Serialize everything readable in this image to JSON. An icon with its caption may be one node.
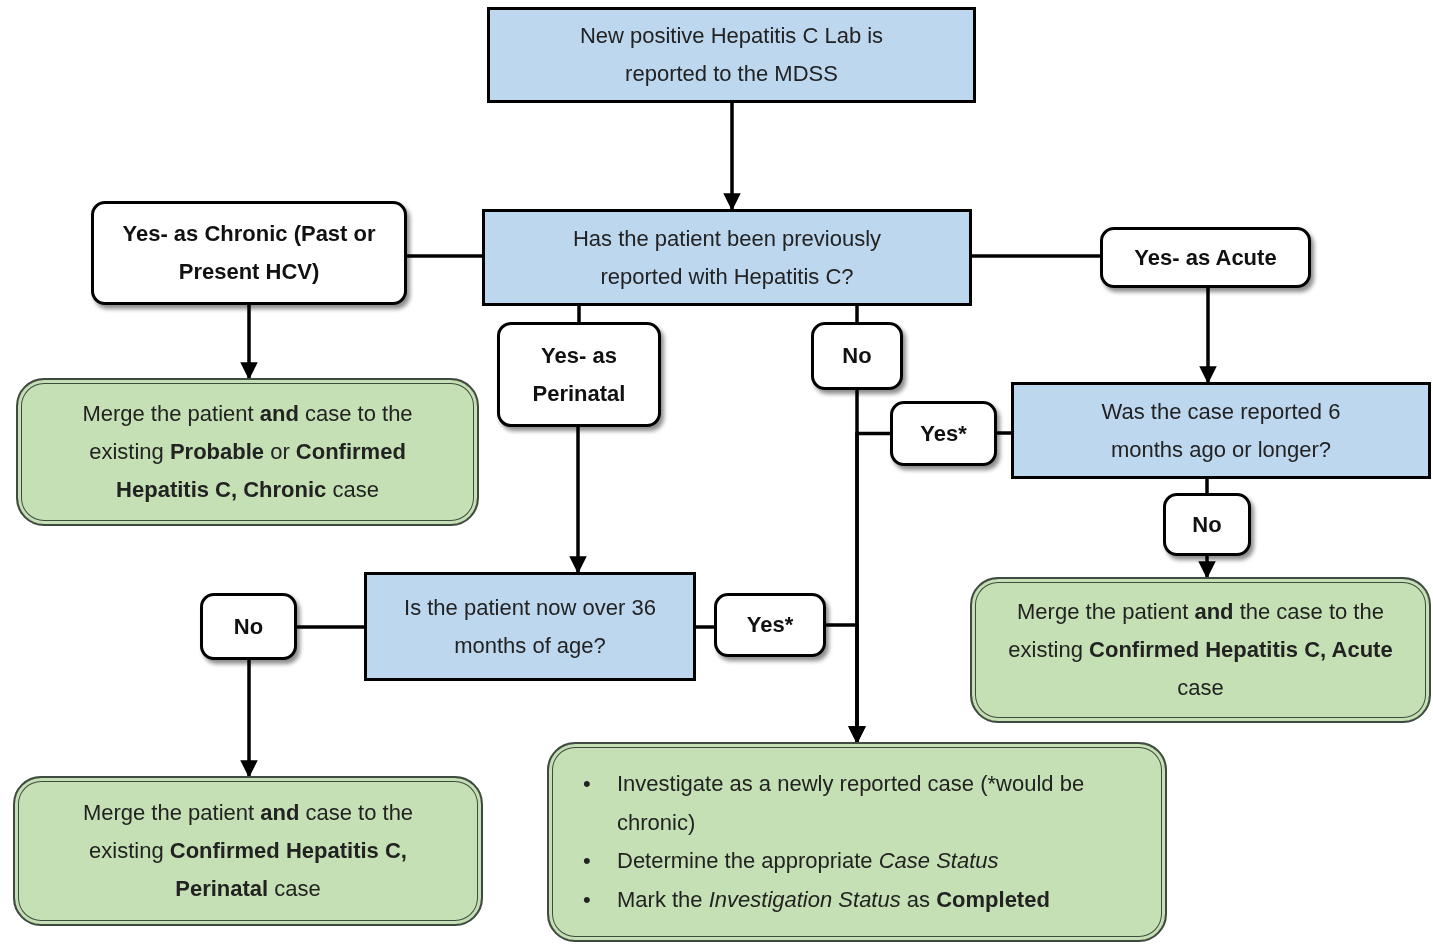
{
  "diagram": {
    "nodes": [
      {
        "text": [
          "New positive Hepatitis C Lab is reported to the MDSS"
        ]
      },
      {
        "text": [
          "Has the patient been previously reported with Hepatitis C?"
        ]
      },
      {
        "text": [
          "Yes- as Chronic (Past or Present HCV)"
        ]
      },
      {
        "text": [
          "Yes- as Acute"
        ]
      },
      {
        "text": [
          "Yes- as Perinatal"
        ]
      },
      {
        "text": [
          "No"
        ]
      },
      {
        "text": [
          "Merge the patient **and** case to the existing **Probable** or **Confirmed Hepatitis C, Chronic** case"
        ]
      },
      {
        "text": [
          "Was the case reported 6 months ago or longer?"
        ]
      },
      {
        "text": [
          "Yes*"
        ]
      },
      {
        "text": [
          "No"
        ]
      },
      {
        "text": [
          "Is the patient now over 36 months of age?"
        ]
      },
      {
        "text": [
          "No"
        ]
      },
      {
        "text": [
          "Yes*"
        ]
      },
      {
        "text": [
          "Merge the patient **and** the case to the existing **Confirmed Hepatitis C, Acute** case"
        ]
      },
      {
        "text": [
          "Merge the patient **and** case to the existing **Confirmed Hepatitis C, Perinatal** case"
        ]
      },
      {
        "text": [
          "•",
          "Investigate as a newly reported case (*would be chronic)",
          "•",
          "Determine the appropriate *Case Status*",
          "•",
          "Mark the *Investigation Status* as **Completed**"
        ]
      }
    ],
    "edges": [
      {
        "from": 0,
        "to": 1,
        "arrow": "to"
      },
      {
        "from": 1,
        "to": 2,
        "arrow": "none"
      },
      {
        "from": 1,
        "to": 3,
        "arrow": "none"
      },
      {
        "from": 1,
        "to": 4,
        "arrow": "none"
      },
      {
        "from": 1,
        "to": 5,
        "arrow": "none"
      },
      {
        "from": 2,
        "to": 6,
        "arrow": "to"
      },
      {
        "from": 3,
        "to": 7,
        "arrow": "to"
      },
      {
        "from": 4,
        "to": 10,
        "arrow": "to"
      },
      {
        "from": 5,
        "to": 15,
        "arrow": "to"
      },
      {
        "from": 7,
        "to": 8,
        "arrow": "none"
      },
      {
        "from": 8,
        "to": 15,
        "arrow": "to"
      },
      {
        "from": 7,
        "to": 9,
        "arrow": "none"
      },
      {
        "from": 9,
        "to": 13,
        "arrow": "to"
      },
      {
        "from": 10,
        "to": 11,
        "arrow": "none"
      },
      {
        "from": 11,
        "to": 14,
        "arrow": "to"
      },
      {
        "from": 10,
        "to": 12,
        "arrow": "none"
      },
      {
        "from": 12,
        "to": 15,
        "arrow": "to"
      }
    ]
  }
}
